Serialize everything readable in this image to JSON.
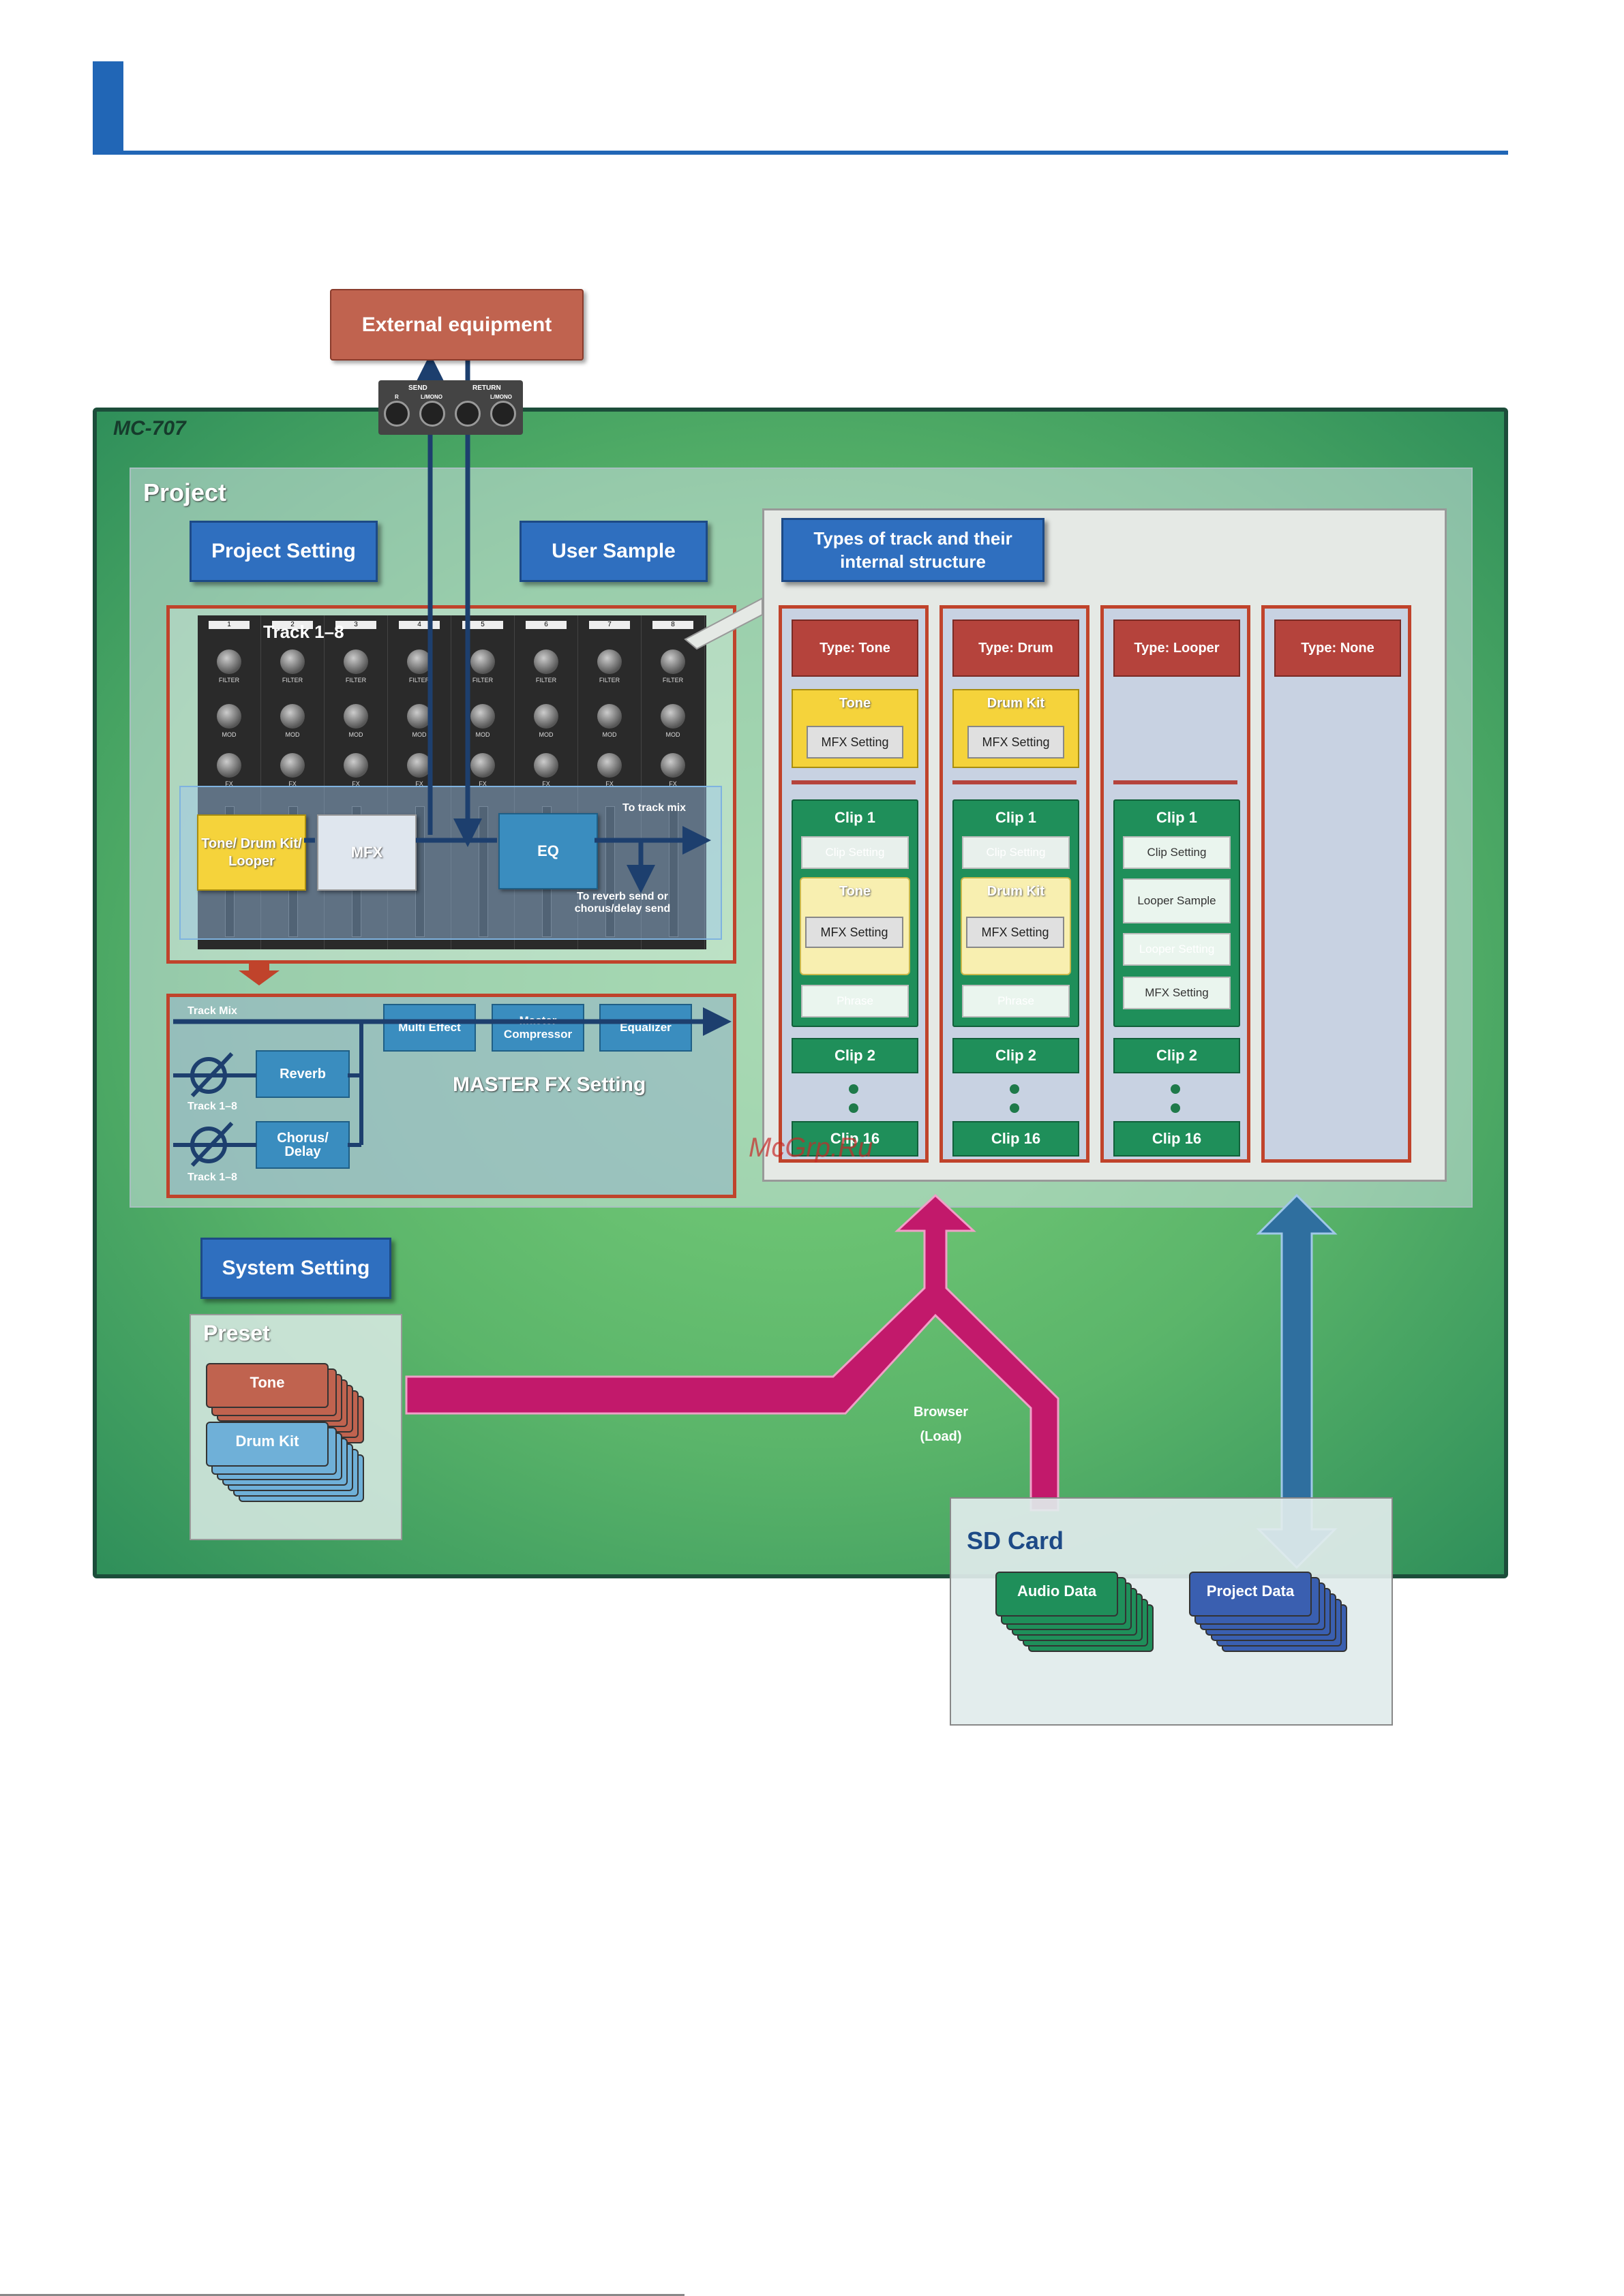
{
  "external_equipment": "External equipment",
  "jacks": {
    "send": "SEND",
    "return": "RETURN",
    "r": "R",
    "lmono": "L/MONO",
    "lmono2": "L/MONO"
  },
  "mc_label": "MC-707",
  "project_label": "Project",
  "project_setting": "Project Setting",
  "user_sample": "User Sample",
  "types_title": "Types of track and their internal structure",
  "mixer": {
    "title": "Track 1–8",
    "channels": [
      "1",
      "2",
      "3",
      "4",
      "5",
      "6",
      "7",
      "8"
    ],
    "filter": "FILTER",
    "mod": "MOD",
    "fx": "FX",
    "tone_box": "Tone/ Drum Kit/ Looper",
    "mfx": "MFX",
    "eq": "EQ",
    "to_track_mix": "To track mix",
    "to_reverb": "To reverb send or chorus/delay send"
  },
  "master": {
    "track_mix": "Track Mix",
    "multi_effect": "Multi Effect",
    "master_compressor": "Master Compressor",
    "equalizer": "Equalizer",
    "reverb": "Reverb",
    "chorus_delay": "Chorus/ Delay",
    "track18_a": "Track 1–8",
    "track18_b": "Track 1–8",
    "title": "MASTER FX Setting"
  },
  "columns": [
    {
      "type": "Type: Tone",
      "top_title": "Tone",
      "top_mfx": "MFX Setting",
      "clip1": "Clip 1",
      "clip_setting": "Clip Setting",
      "inner_title": "Tone",
      "inner_mfx": "MFX Setting",
      "phrase": "Phrase",
      "clip2": "Clip 2",
      "clip16": "Clip 16"
    },
    {
      "type": "Type: Drum",
      "top_title": "Drum Kit",
      "top_mfx": "MFX Setting",
      "clip1": "Clip 1",
      "clip_setting": "Clip Setting",
      "inner_title": "Drum Kit",
      "inner_mfx": "MFX Setting",
      "phrase": "Phrase",
      "clip2": "Clip 2",
      "clip16": "Clip 16"
    },
    {
      "type": "Type: Looper",
      "clip1": "Clip 1",
      "clip_setting": "Clip Setting",
      "looper_sample": "Looper Sample",
      "looper_setting": "Looper Setting",
      "mfx_setting": "MFX Setting",
      "clip2": "Clip 2",
      "clip16": "Clip 16"
    },
    {
      "type": "Type: None"
    }
  ],
  "system_setting": "System Setting",
  "preset_label": "Preset",
  "preset_tone": "Tone",
  "preset_drum": "Drum Kit",
  "browser": "Browser",
  "load": "(Load)",
  "sd_card": "SD Card",
  "audio_data": "Audio Data",
  "project_data": "Project Data",
  "watermark": "McGrp.Ru",
  "colors": {
    "accent_blue": "#2166b6",
    "mc_green": "#5bb56a",
    "arrow_magenta": "#c2196b",
    "arrow_blue": "#2f6f9f",
    "frame_red": "#c0432b"
  }
}
